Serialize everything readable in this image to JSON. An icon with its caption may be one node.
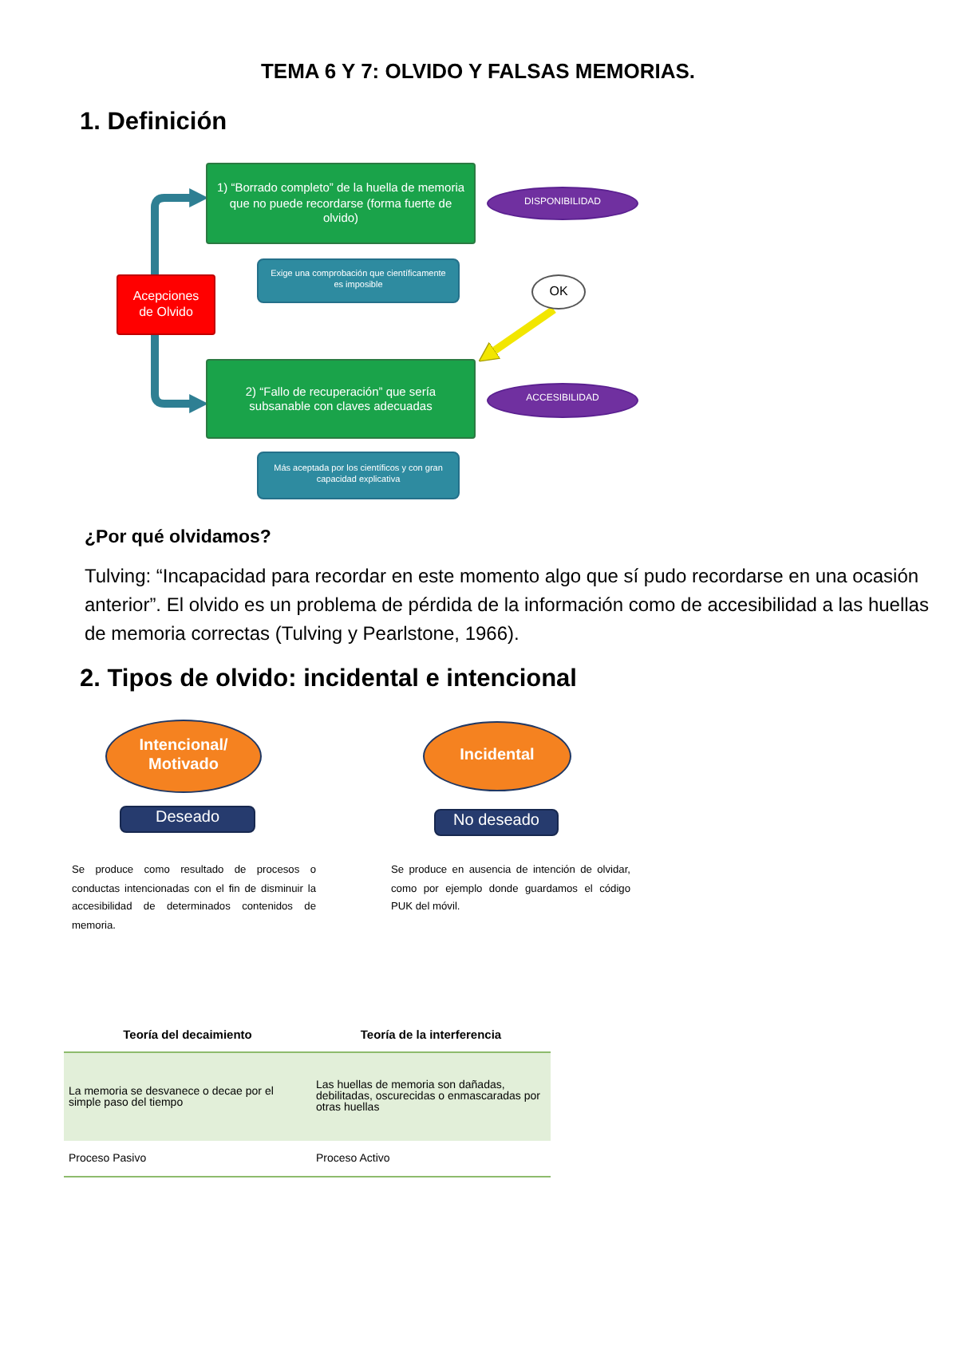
{
  "diagram": {
    "title": "TEMA 6 Y 7: OLVIDO Y FALSAS MEMORIAS.",
    "nodes": [
      {
        "text": [
          "Acepciones de Olvido"
        ]
      },
      {
        "text": [
          "1) “Borrado completo” de la huella de memoria que no puede recordarse (forma fuerte de olvido)"
        ]
      },
      {
        "text": [
          "Exige una comprobación que científicamente es imposible"
        ]
      },
      {
        "text": [
          "DISPONIBILIDAD"
        ]
      },
      {
        "text": [
          "OK"
        ]
      },
      {
        "text": [
          "2) “Fallo de recuperación” que sería subsanable con claves adecuadas"
        ]
      },
      {
        "text": [
          "ACCESIBILIDAD"
        ]
      },
      {
        "text": [
          "Más aceptada por los científicos y con gran capacidad explicativa"
        ]
      },
      {
        "text": [
          "Intencional/ Motivado"
        ]
      },
      {
        "text": [
          "Deseado"
        ]
      },
      {
        "text": [
          "Incidental"
        ]
      },
      {
        "text": [
          "No deseado"
        ]
      }
    ],
    "edges": [
      {
        "from": 0,
        "to": 1,
        "arrow": "to"
      },
      {
        "from": 0,
        "to": 5,
        "arrow": "to"
      },
      {
        "from": 4,
        "to": 5,
        "arrow": "to",
        "color": "#f2e600"
      }
    ],
    "labels": [
      "1. Definición",
      "¿Por qué olvidamos?",
      "Tulving: “Incapacidad para recordar en este momento algo que sí pudo recordarse en una ocasión anterior”. El olvido es un problema de pérdida de la información como de accesibilidad a las huellas de memoria correctas (Tulving y Pearlstone, 1966).",
      "2. Tipos de olvido: incidental e intencional",
      "Se produce como resultado de procesos o conductas intencionadas con el fin de disminuir la accesibilidad de determinados contenidos de memoria.",
      "Se produce en ausencia de intención de olvidar, como por ejemplo donde guardamos el código PUK del móvil.",
      "Teoría del decaimiento",
      "Teoría de la interferencia",
      "La memoria se desvanece o decae por el simple paso del tiempo",
      "Las huellas de memoria son dañadas, debilitadas, oscurecidas o enmascaradas por otras huellas",
      "Proceso Pasivo",
      "Proceso Activo"
    ]
  }
}
